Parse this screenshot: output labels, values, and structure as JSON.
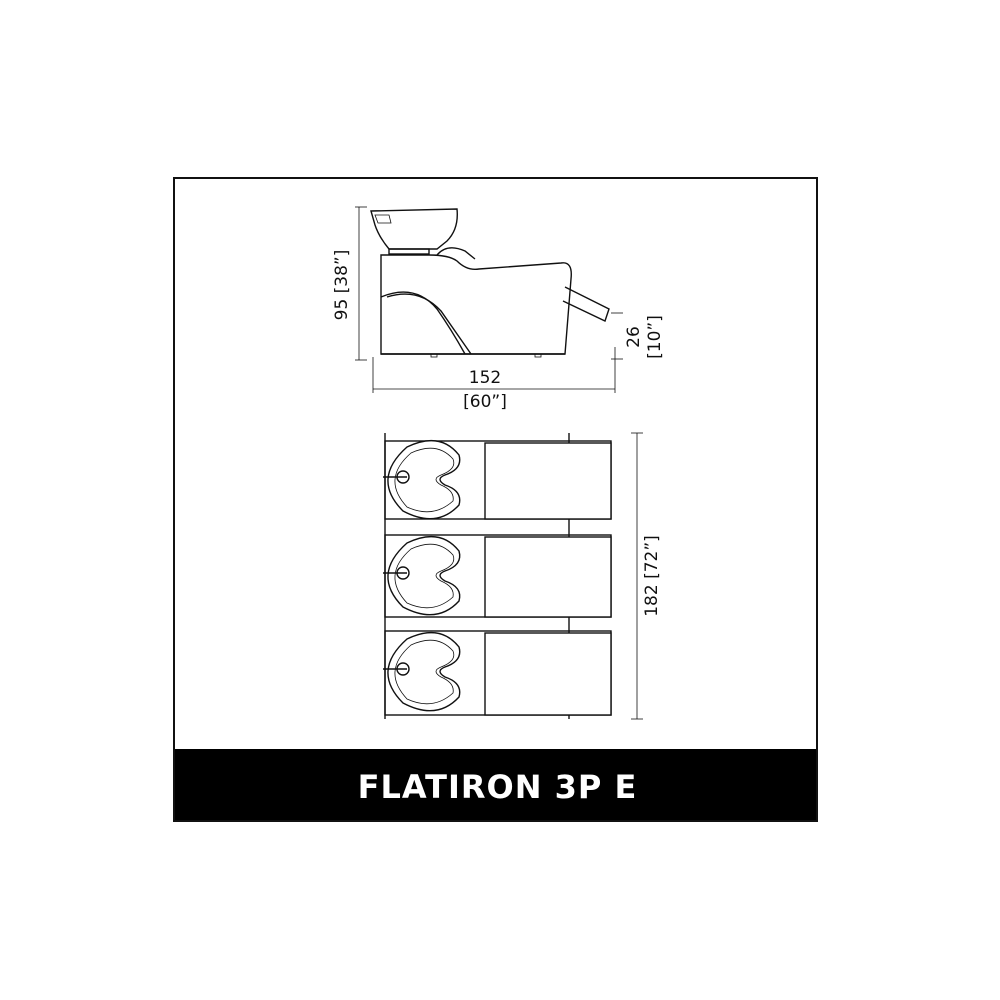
{
  "title": "FLATIRON 3P E",
  "dimensions": {
    "height_label": "95 [38”]",
    "length_metric": "152",
    "length_imperial": "[60”]",
    "legrest_label_metric": "26",
    "legrest_label_imperial": "[10”]",
    "total_width_label": "182 [72”]"
  },
  "units": 3
}
